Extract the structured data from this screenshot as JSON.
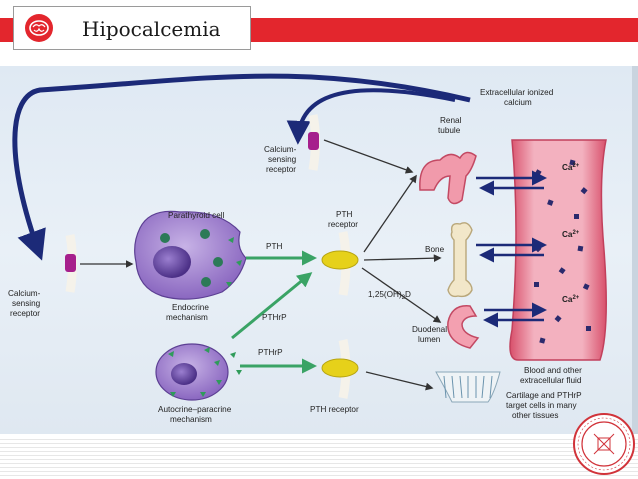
{
  "header": {
    "title": "Hipocalcemia"
  },
  "diagram": {
    "labels": {
      "extracellular_top_1": "Extracellular ionized",
      "extracellular_top_2": "calcium",
      "renal_1": "Renal",
      "renal_2": "tubule",
      "csr_top_1": "Calcium-",
      "csr_top_2": "sensing",
      "csr_top_3": "receptor",
      "parathyroid_cell": "Parathyroid cell",
      "pth_receptor_top_1": "PTH",
      "pth_receptor_top_2": "receptor",
      "pth": "PTH",
      "bone": "Bone",
      "vitd": "1,25(OH)",
      "vitd_sub": "2",
      "vitd_end": "D",
      "csr_left_1": "Calcium-",
      "csr_left_2": "sensing",
      "csr_left_3": "receptor",
      "endocrine_1": "Endocrine",
      "endocrine_2": "mechanism",
      "pthrp_1": "PTHrP",
      "duodenal_1": "Duodenal",
      "duodenal_2": "lumen",
      "pthrp_2": "PTHrP",
      "autocrine_1": "Autocrine–paracrine",
      "autocrine_2": "mechanism",
      "pth_receptor_bottom": "PTH receptor",
      "blood_1": "Blood and other",
      "blood_2": "extracellular fluid",
      "cartilage_1": "Cartilage and PTHrP",
      "cartilage_2": "target cells in many",
      "cartilage_3": "other tissues",
      "ca_top": "Ca",
      "ca_mid": "Ca",
      "ca_bot": "Ca",
      "ca_charge": "2+"
    }
  },
  "seal": {
    "icon": "journal-seal-icon"
  },
  "colors": {
    "header_red": "#e3262d",
    "dark_blue": "#1c2a78",
    "green": "#2f9b5a",
    "purple": "#7b58b3",
    "vessel": "#e6677f"
  }
}
